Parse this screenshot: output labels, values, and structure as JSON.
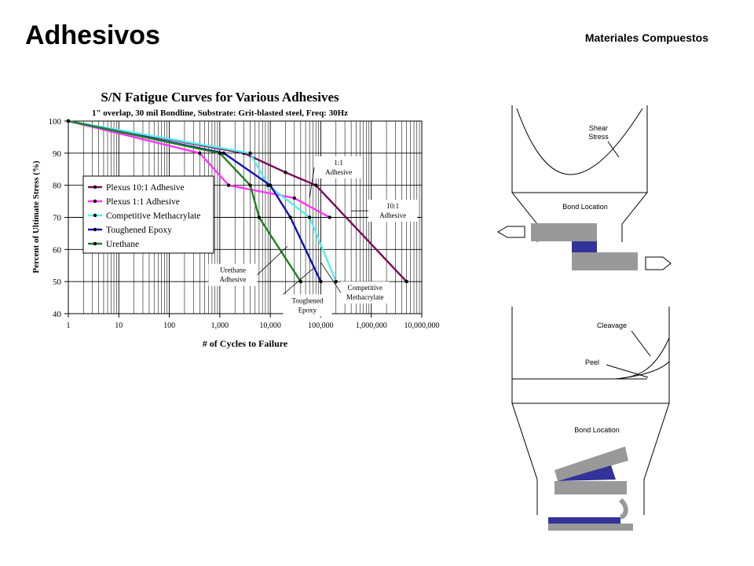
{
  "slide": {
    "title": "Adhesivos",
    "subtitle": "Materiales Compuestos"
  },
  "chart_data": {
    "type": "line",
    "title": "S/N Fatigue Curves for Various Adhesives",
    "subtitle": "1\" overlap, 30 mil Bondline, Substrate: Grit-blasted steel, Freq: 30Hz",
    "xlabel": "# of Cycles to Failure",
    "ylabel": "Percent of Ultimate Stress (%)",
    "x_scale": "log",
    "xlim": [
      1,
      10000000
    ],
    "ylim": [
      40,
      100
    ],
    "x_ticks": [
      "1",
      "10",
      "100",
      "1,000",
      "10,000",
      "100,000",
      "1,000,000",
      "10,000,000"
    ],
    "y_ticks": [
      40,
      50,
      60,
      70,
      80,
      90,
      100
    ],
    "grid": true,
    "legend_position": "middle-left",
    "series": [
      {
        "name": "Plexus 10:1 Adhesive",
        "color": "#7a0a5a",
        "points": [
          [
            1,
            100
          ],
          [
            3000,
            90
          ],
          [
            20000,
            84
          ],
          [
            80000,
            80
          ],
          [
            5000000,
            50
          ]
        ]
      },
      {
        "name": "Plexus 1:1 Adhesive",
        "color": "#ff33ff",
        "points": [
          [
            1,
            100
          ],
          [
            400,
            90
          ],
          [
            1500,
            80
          ],
          [
            30000,
            76
          ],
          [
            150000,
            70
          ]
        ]
      },
      {
        "name": "Competitive Methacrylate",
        "color": "#55eeee",
        "points": [
          [
            1,
            100
          ],
          [
            4000,
            90
          ],
          [
            9000,
            80
          ],
          [
            60000,
            70
          ],
          [
            200000,
            50
          ]
        ]
      },
      {
        "name": "Toughened Epoxy",
        "color": "#1010bb",
        "points": [
          [
            1,
            100
          ],
          [
            1200,
            90
          ],
          [
            10000,
            80
          ],
          [
            25000,
            70
          ],
          [
            100000,
            50
          ]
        ]
      },
      {
        "name": "Urethane",
        "color": "#208020",
        "points": [
          [
            1,
            100
          ],
          [
            1000,
            90
          ],
          [
            4000,
            80
          ],
          [
            6000,
            70
          ],
          [
            40000,
            50
          ]
        ]
      }
    ],
    "annotations": [
      {
        "text": [
          "1:1",
          "Adhesive"
        ],
        "x": 60000,
        "y": 76
      },
      {
        "text": [
          "10:1",
          "Adhesive"
        ],
        "x": 300000,
        "y": 71
      },
      {
        "text": [
          "Urethane",
          "Adhesive"
        ],
        "x": 20000,
        "y": 60
      },
      {
        "text": [
          "Toughened",
          "Epoxy"
        ],
        "x": 100000,
        "y": 50
      },
      {
        "text": [
          "Competitive",
          "Methacrylate"
        ],
        "x": 200000,
        "y": 53
      }
    ]
  },
  "diagram": {
    "shear_label": [
      "Shear",
      "Stress"
    ],
    "bond_location_1": "Bond Location",
    "cleavage_label": "Cleavage",
    "peel_label": "Peel",
    "bond_location_2": "Bond Location"
  }
}
